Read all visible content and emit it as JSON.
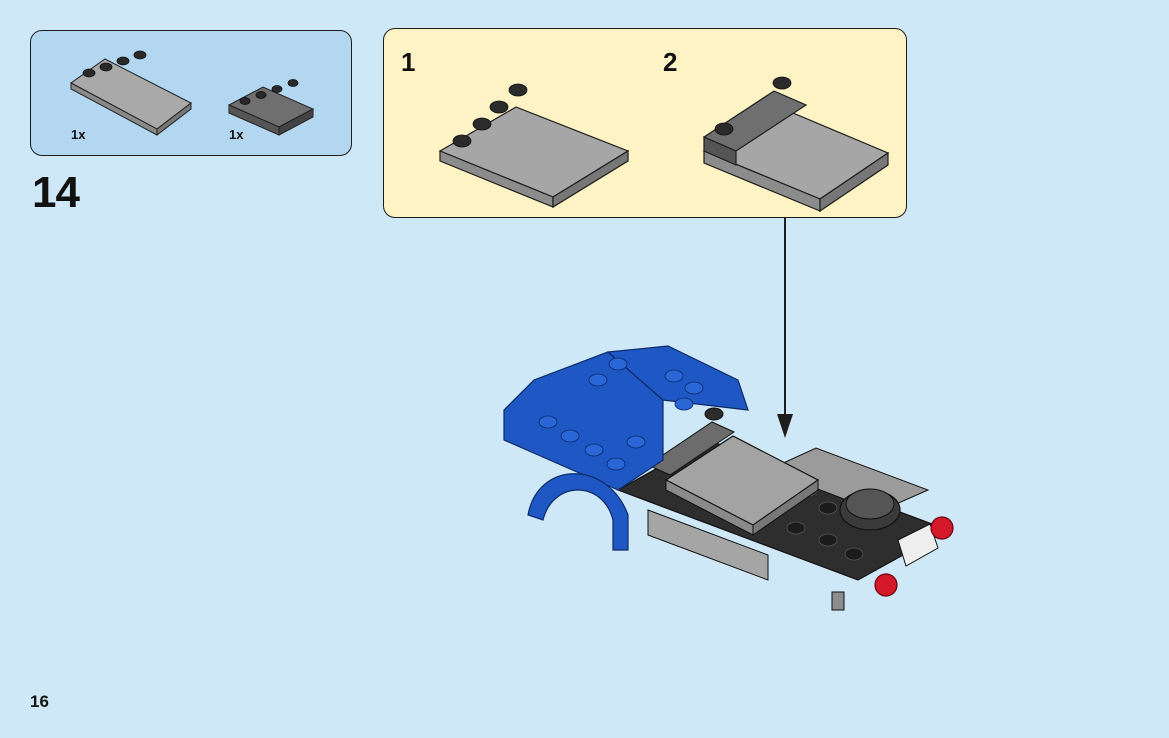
{
  "step": {
    "number": "14"
  },
  "parts_list": [
    {
      "name": "light-gray-4x4-tile-with-studs-on-edge",
      "quantity": "1x",
      "color": "#a9a9a9"
    },
    {
      "name": "dark-gray-1x4-plate",
      "quantity": "1x",
      "color": "#6f6f6f"
    }
  ],
  "sub_steps": [
    {
      "number": "1"
    },
    {
      "number": "2"
    }
  ],
  "page": {
    "number": "16"
  },
  "colors": {
    "background": "#cfe8f7",
    "parts_box": "#b3d7f1",
    "sub_step_box": "#fdf3c4",
    "car_blue": "#1f58c4",
    "tail_light_red": "#d41a2a"
  }
}
